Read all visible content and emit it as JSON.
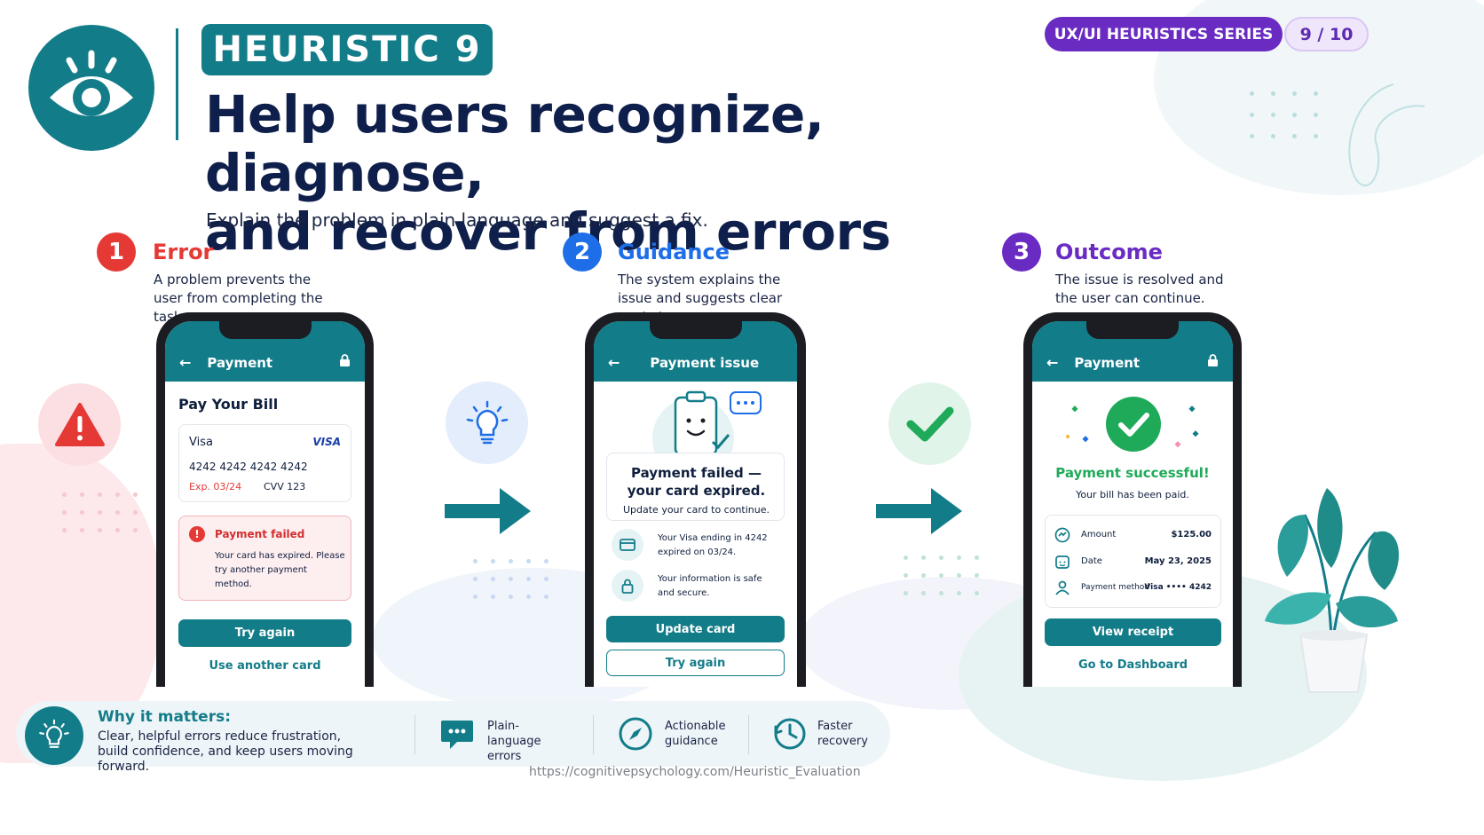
{
  "badge": "HEURISTIC 9",
  "title_line1": "Help users recognize, diagnose,",
  "title_line2": "and recover from errors",
  "subtitle": "Explain the problem in plain language and suggest a fix.",
  "series_label": "UX/UI HEURISTICS SERIES",
  "page_counter": "9 / 10",
  "colors": {
    "teal": "#137c89",
    "red": "#e53935",
    "blue": "#1e6ee8",
    "purple": "#6a2bc3",
    "green": "#1faa59"
  },
  "steps": [
    {
      "num": "1",
      "title": "Error",
      "desc": "A problem prevents the user from completing the task."
    },
    {
      "num": "2",
      "title": "Guidance",
      "desc": "The system explains the issue and suggests clear next steps."
    },
    {
      "num": "3",
      "title": "Outcome",
      "desc": "The issue is resolved and the user can continue."
    }
  ],
  "phone1": {
    "appbar_title": "Payment",
    "heading": "Pay Your Bill",
    "card_brand": "Visa",
    "card_logo": "VISA",
    "card_number": "4242 4242 4242 4242",
    "exp": "Exp. 03/24",
    "cvv": "CVV 123",
    "error_title": "Payment failed",
    "error_body": "Your card has expired. Please try another payment method.",
    "primary": "Try again",
    "secondary": "Use another card"
  },
  "phone2": {
    "appbar_title": "Payment issue",
    "headline": "Payment failed — your card expired.",
    "sub": "Update your card to continue.",
    "info1": "Your Visa ending in 4242 expired on 03/24.",
    "info2": "Your information is safe and secure.",
    "primary": "Update card",
    "secondary": "Try again"
  },
  "phone3": {
    "appbar_title": "Payment",
    "success": "Payment successful!",
    "sub": "Your bill has been paid.",
    "rows": [
      {
        "label": "Amount",
        "value": "$125.00"
      },
      {
        "label": "Date",
        "value": "May 23, 2025"
      },
      {
        "label": "Payment method",
        "value": "Visa •••• 4242"
      }
    ],
    "primary": "View receipt",
    "secondary": "Go to Dashboard"
  },
  "bottom": {
    "why_title": "Why it matters:",
    "why_line1": "Clear, helpful errors reduce frustration,",
    "why_line2": "build confidence, and keep users moving forward.",
    "features": [
      {
        "label": "Plain-language errors"
      },
      {
        "label": "Actionable guidance"
      },
      {
        "label": "Faster recovery"
      }
    ]
  },
  "url": "https://cognitivepsychology.com/Heuristic_Evaluation"
}
